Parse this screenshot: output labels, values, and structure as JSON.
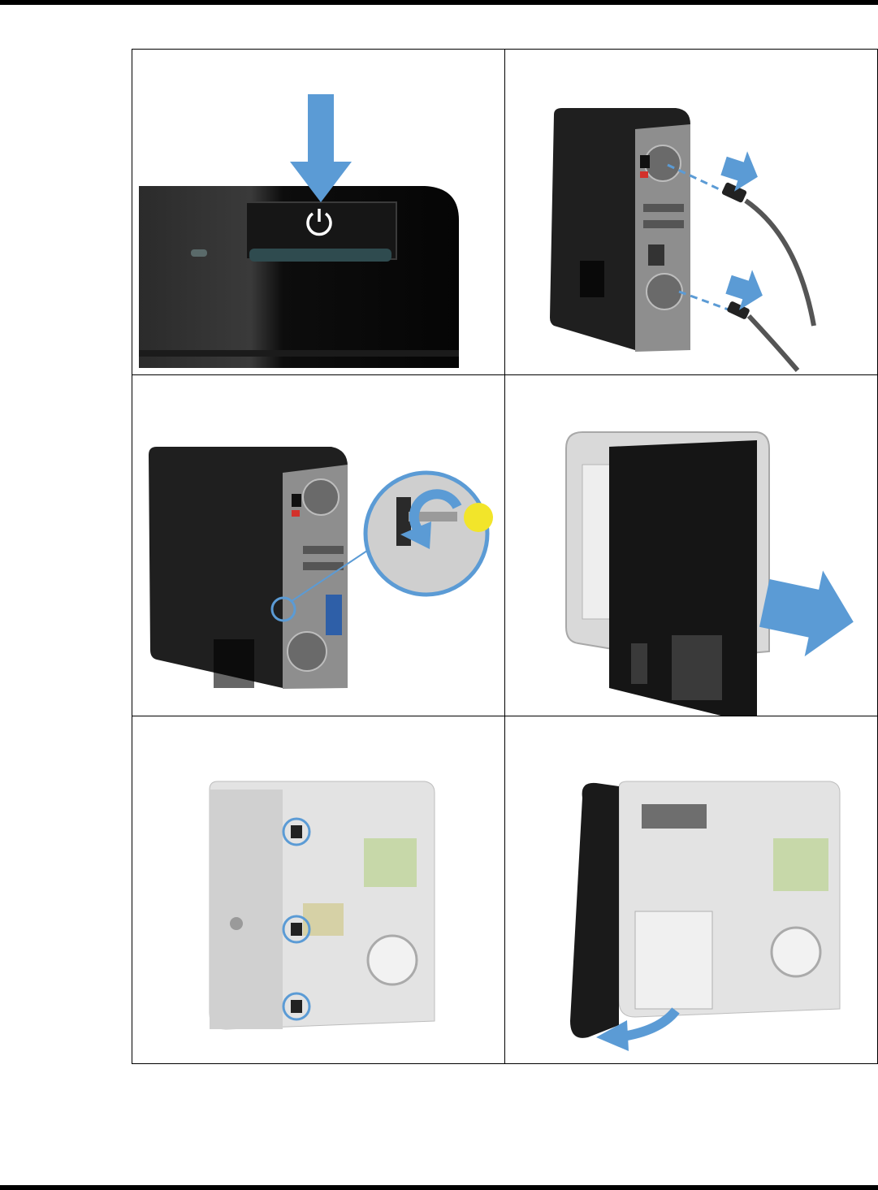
{
  "document": {
    "steps": [
      {
        "name": "press-power-button",
        "icon": "power-icon",
        "arrow": "down-arrow-icon"
      },
      {
        "name": "disconnect-cables",
        "icon": "cable-plug-icon",
        "arrow": "right-arrow-icon"
      },
      {
        "name": "loosen-thumbscrew",
        "icon": "rotate-arrow-icon",
        "highlight": "magnifier-callout"
      },
      {
        "name": "slide-off-side-panel",
        "icon": "right-arrow-icon"
      },
      {
        "name": "release-bezel-tabs",
        "icon": "tab-highlight-circle"
      },
      {
        "name": "remove-front-bezel",
        "icon": "curved-arrow-icon"
      }
    ],
    "colors": {
      "accent": "#5b9bd5",
      "case": "#1c1c1c",
      "chassis_light": "#d9d9d9",
      "screwdriver": "#f2e52a"
    }
  }
}
